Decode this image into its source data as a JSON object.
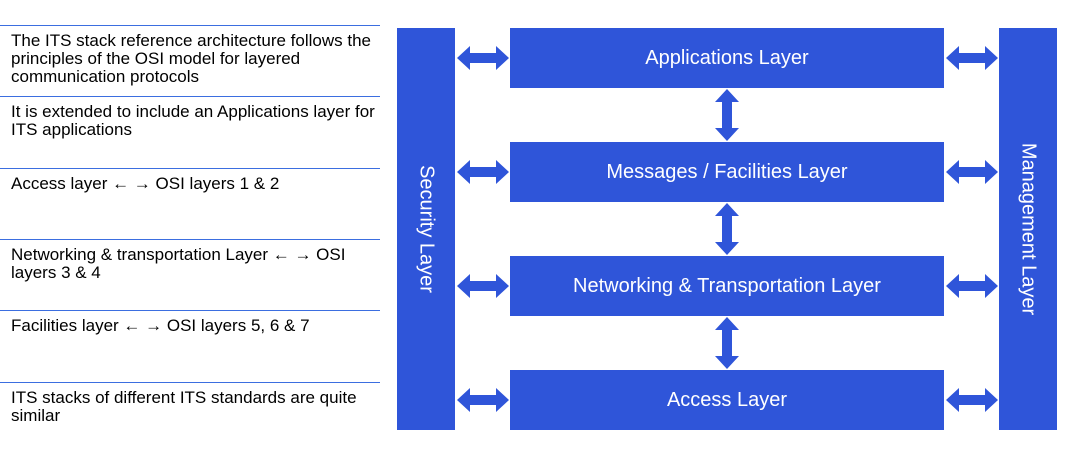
{
  "notes": [
    "The ITS stack reference architecture follows the principles of the OSI model for layered communication protocols",
    "It is extended to include an Applications layer for ITS applications",
    "Access layer ← → OSI layers 1 & 2",
    "Networking & transportation Layer ← → OSI layers 3 & 4",
    "Facilities layer ← → OSI layers 5, 6 & 7",
    "ITS stacks of different ITS standards are quite similar"
  ],
  "diagram": {
    "security": "Security Layer",
    "management": "Management Layer",
    "layers": [
      "Applications Layer",
      "Messages / Facilities Layer",
      "Networking & Transportation Layer",
      "Access Layer"
    ]
  },
  "colors": {
    "block": "#2f55d9",
    "rule": "#3b6ee0"
  }
}
